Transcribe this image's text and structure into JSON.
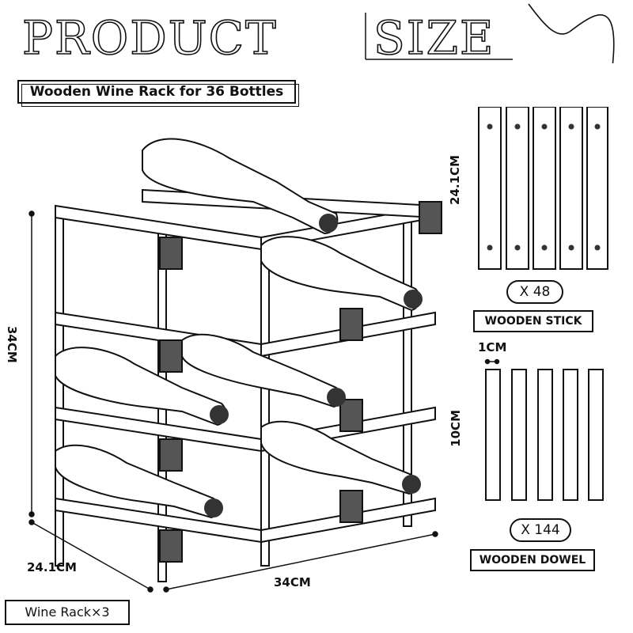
{
  "header": {
    "title_part1": "PRODUCT",
    "title_part2": "SIZE",
    "subtitle": "Wooden Wine Rack for 36 Bottles"
  },
  "rack": {
    "height_label": "34CM",
    "depth_label": "24.1CM",
    "width_label": "34CM"
  },
  "stick": {
    "length_label": "24.1CM",
    "quantity": "X 48",
    "name": "WOODEN STICK"
  },
  "dowel": {
    "diameter_label": "1CM",
    "length_label": "10CM",
    "quantity": "X 144",
    "name": "WOODEN DOWEL"
  },
  "footer": {
    "label": "Wine Rack×3"
  }
}
